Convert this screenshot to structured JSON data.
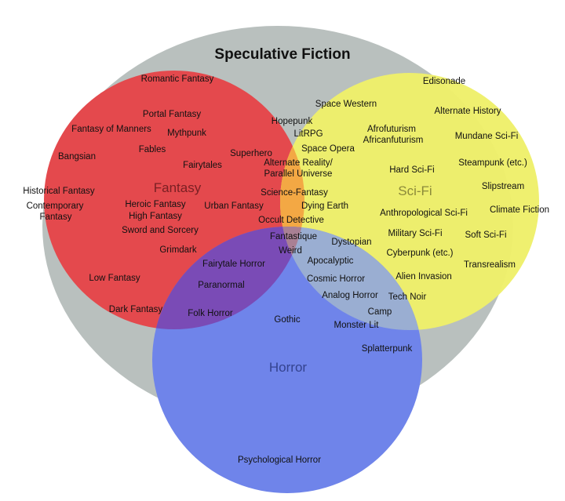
{
  "title": "Speculative Fiction",
  "colors": {
    "speculative": "#b9c0be",
    "fantasy": "#e4494d",
    "scifi": "#eef06a",
    "horror": "#6f84ea"
  },
  "sets": {
    "fantasy": {
      "label": "Fantasy",
      "items": [
        "Romantic Fantasy",
        "Portal Fantasy",
        "Fantasy of Manners",
        "Mythpunk",
        "Fables",
        "Bangsian",
        "Fairytales",
        "Historical Fantasy",
        "Contemporary",
        "Fantasy",
        "Heroic Fantasy",
        "High Fantasy",
        "Sword and Sorcery",
        "Grimdark",
        "Low Fantasy"
      ]
    },
    "scifi": {
      "label": "Sci-Fi",
      "items": [
        "Edisonade",
        "Alternate History",
        "Afrofuturism",
        "Africanfuturism",
        "Mundane Sci-Fi",
        "Steampunk (etc.)",
        "Hard Sci-Fi",
        "Slipstream",
        "Climate Fiction",
        "Anthropological Sci-Fi",
        "Military Sci-Fi",
        "Soft Sci-Fi",
        "Cyberpunk (etc.)",
        "Transrealism",
        "Alien Invasion",
        "Tech Noir"
      ]
    },
    "horror": {
      "label": "Horror",
      "items": [
        "Gothic",
        "Monster Lit",
        "Splatterpunk",
        "Psychological Horror"
      ]
    },
    "fantasy_scifi": {
      "items": [
        "Hopepunk",
        "LitRPG",
        "Space Western",
        "Space Opera",
        "Superhero",
        "Alternate Reality/",
        "Parallel Universe",
        "Science-Fantasy",
        "Urban Fantasy",
        "Dying Earth",
        "Occult Detective"
      ]
    },
    "fantasy_horror": {
      "items": [
        "Fairytale Horror",
        "Paranormal",
        "Dark Fantasy",
        "Folk Horror"
      ]
    },
    "scifi_horror": {
      "items": [
        "Dystopian",
        "Apocalyptic",
        "Cosmic Horror",
        "Analog Horror",
        "Camp"
      ]
    },
    "all_three": {
      "items": [
        "Fantastique",
        "Weird"
      ]
    }
  }
}
